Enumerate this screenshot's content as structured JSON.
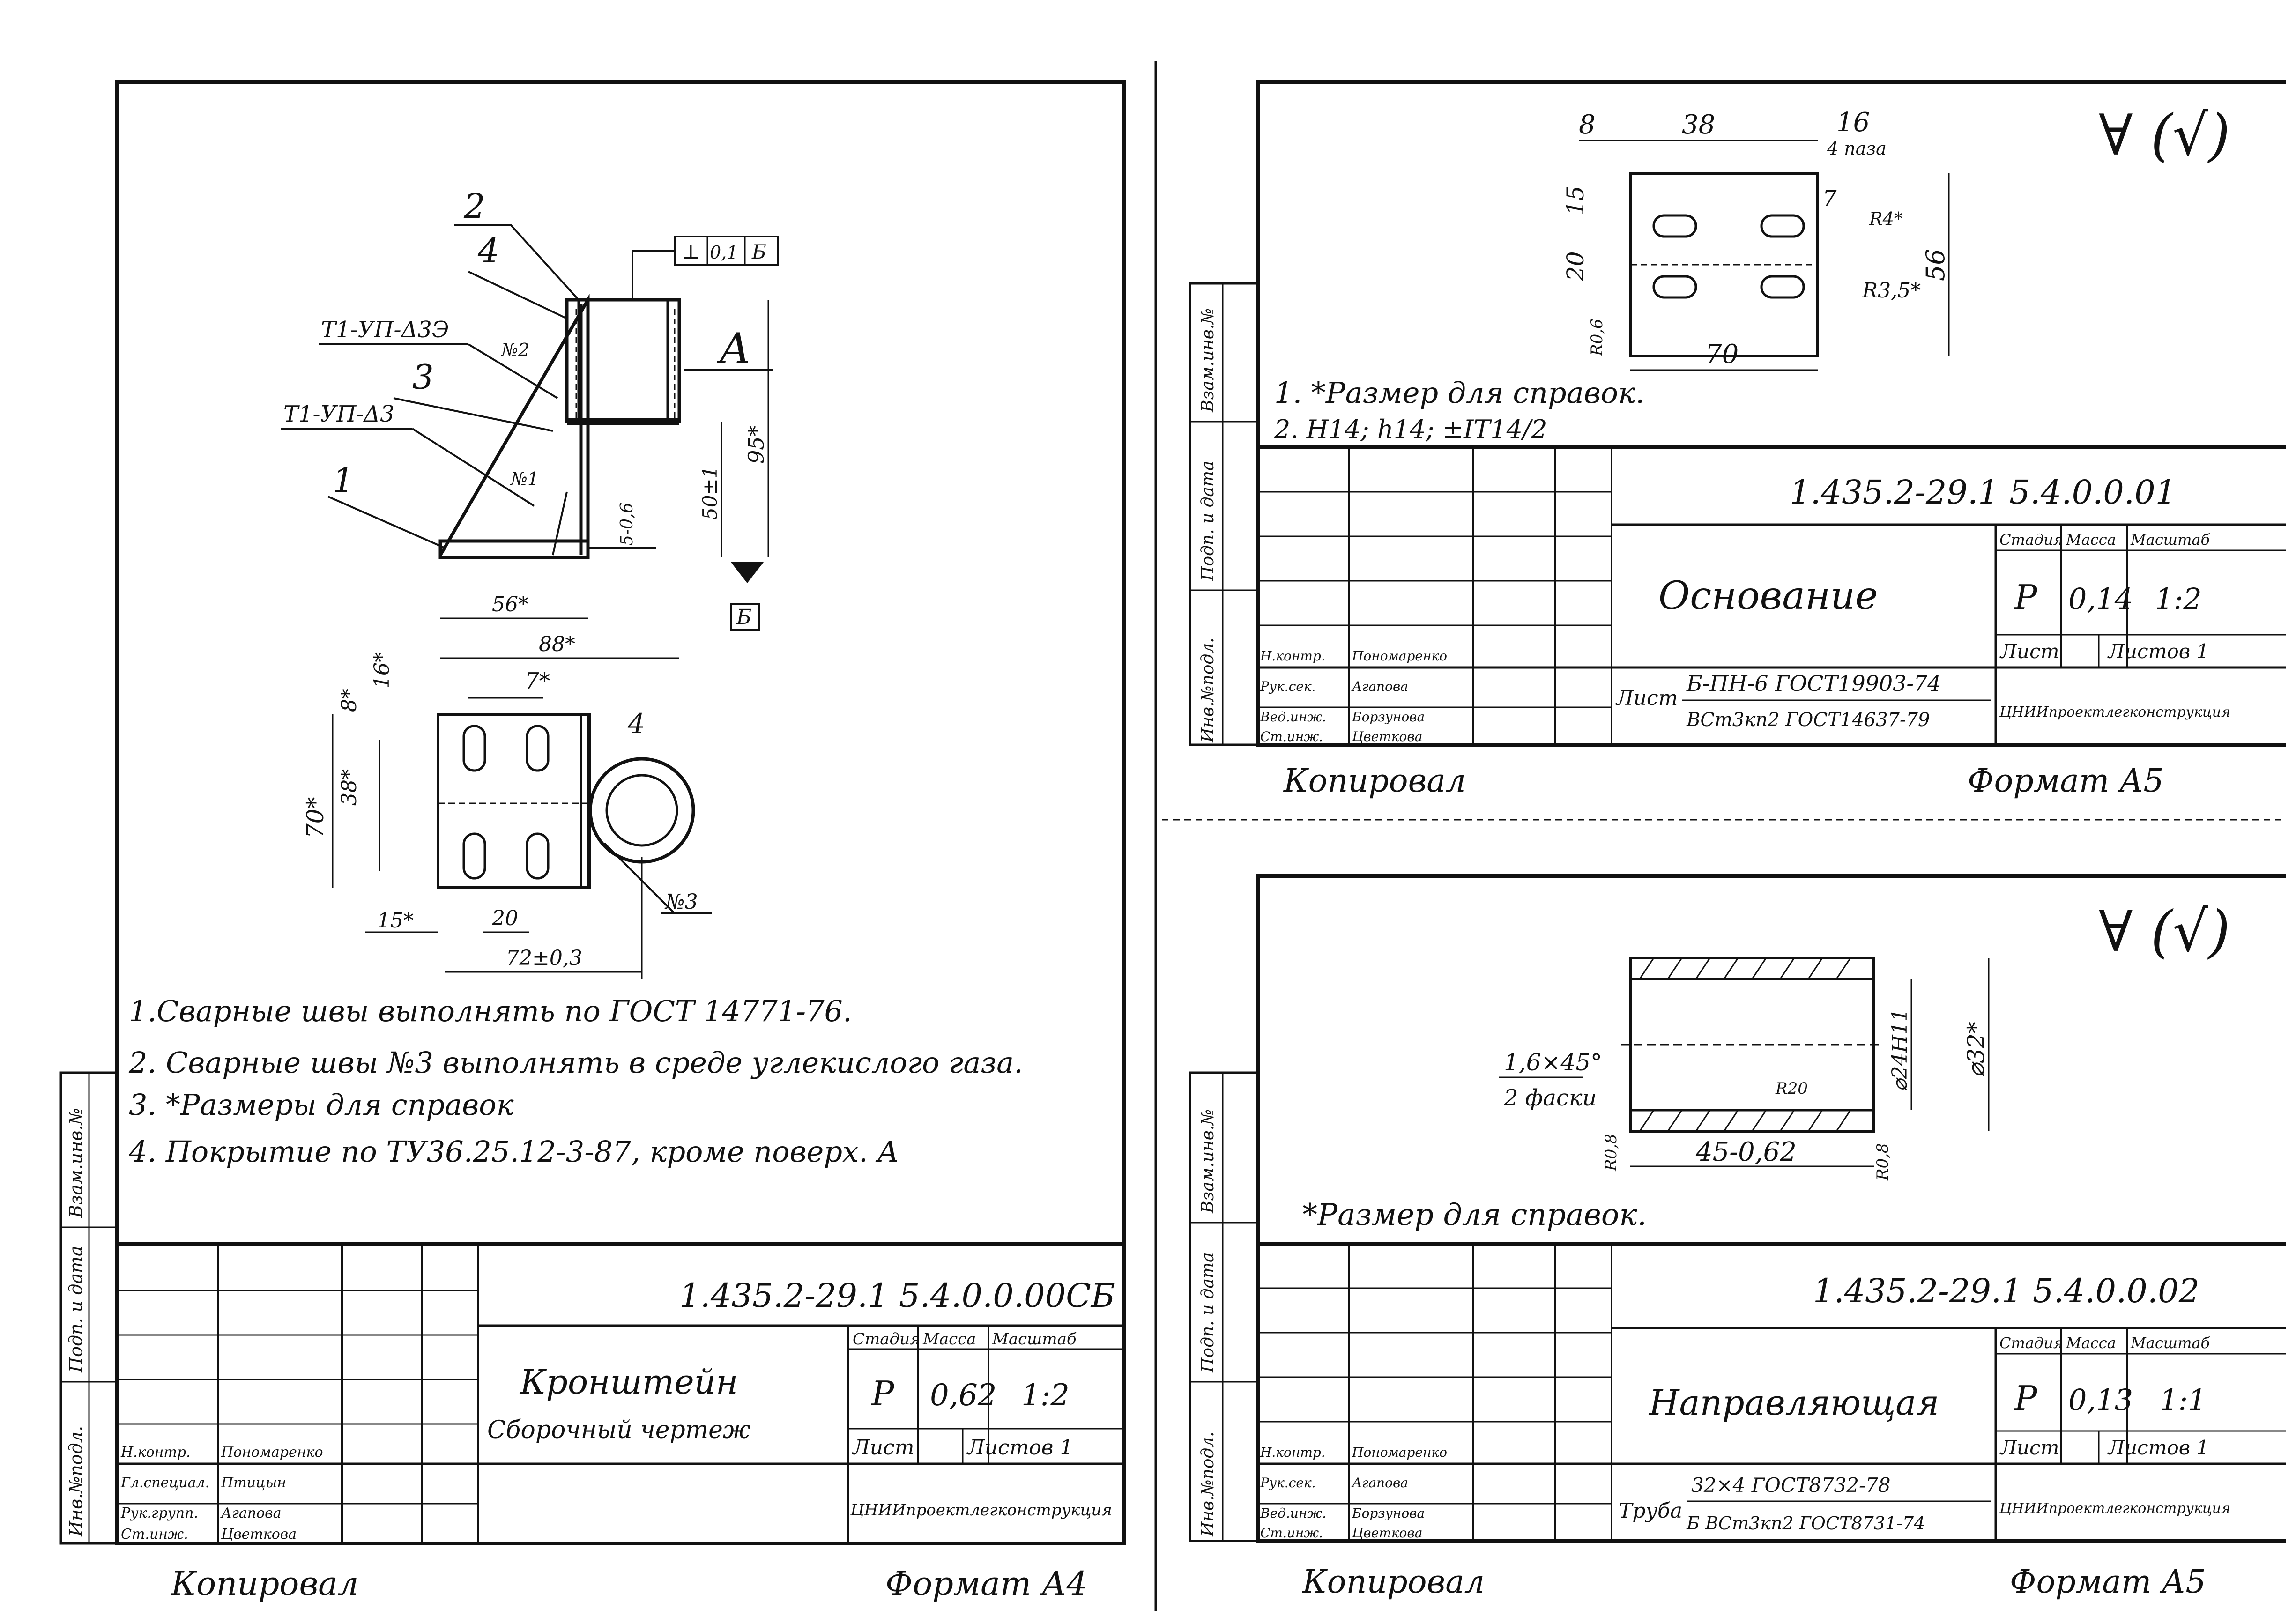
{
  "sheet_a4": {
    "parts": [
      "2",
      "4",
      "3",
      "1"
    ],
    "weld_labels": [
      "Т1-УП-Δ3Э",
      "Т1-УП-Δ3"
    ],
    "weld_numbers": [
      "№2",
      "№1",
      "№3"
    ],
    "tolerance_frame": [
      "⊥",
      "0,1",
      "Б"
    ],
    "view_label": "А",
    "base_label": "Б",
    "dims": [
      "95*",
      "50±1",
      "5-0,6",
      "56*",
      "88*",
      "7*",
      "8*",
      "16*",
      "38*",
      "70*",
      "15*",
      "20",
      "72±0,3",
      "4"
    ],
    "notes": [
      "1.Сварные швы выполнять по ГОСТ 14771-76.",
      "2. Сварные швы №3 выполнять в среде углекислого газа.",
      "3. *Размеры для справок",
      "4. Покрытие по ТУ36.25.12-3-87, кроме поверх. А"
    ],
    "side_stamp": [
      "Взам.инв.№",
      "Подп. и дата",
      "Инв.№подл."
    ],
    "title_block": {
      "code": "1.435.2-29.1 5.4.0.0.00СБ",
      "name": "Кронштейн",
      "doc_type": "Сборочный чертеж",
      "col_headers": [
        "Стадия",
        "Масса",
        "Масштаб"
      ],
      "stage": "Р",
      "mass": "0,62",
      "scale": "1:2",
      "sheet": "Лист",
      "sheets": "Листов 1",
      "org": "ЦНИИпроектлегконструкция",
      "roles": [
        "Н.контр.",
        "Гл.специал.",
        "Рук.групп.",
        "Ст.инж."
      ],
      "names": [
        "Пономаренко",
        "Птицын",
        "Агапова",
        "Цветкова"
      ]
    },
    "copied": "Копировал",
    "format": "Формат А4"
  },
  "sheet_a5_top": {
    "dims": [
      "8",
      "38",
      "16",
      "4 паза",
      "20",
      "15",
      "7",
      "R4*",
      "R3,5*",
      "56",
      "70",
      "R0,6"
    ],
    "roughness": "∀ (√)",
    "notes": [
      "1. *Размер для справок.",
      "2. Н14; h14; ±IT14/2"
    ],
    "title_block": {
      "code": "1.435.2-29.1 5.4.0.0.01",
      "name": "Основание",
      "col_headers": [
        "Стадия",
        "Масса",
        "Масштаб"
      ],
      "stage": "Р",
      "mass": "0,14",
      "scale": "1:2",
      "sheet": "Лист",
      "sheets": "Листов 1",
      "material_prefix": "Лист",
      "material_top": "Б-ПН-6 ГОСТ19903-74",
      "material_bottom": "ВСт3кп2 ГОСТ14637-79",
      "org": "ЦНИИпроектлегконструкция",
      "roles": [
        "Н.контр.",
        "Рук.сек.",
        "Вед.инж.",
        "Ст.инж."
      ],
      "names": [
        "Пономаренко",
        "Агапова",
        "Борзунова",
        "Цветкова"
      ]
    },
    "copied": "Копировал",
    "format": "Формат А5"
  },
  "sheet_a5_bottom": {
    "dims": [
      "1,6×45°",
      "2 фаски",
      "R20",
      "R0,8",
      "45-0,62",
      "⌀24Н11",
      "⌀32*",
      "R0,8"
    ],
    "roughness": "∀ (√)",
    "note": "*Размер для справок.",
    "title_block": {
      "code": "1.435.2-29.1 5.4.0.0.02",
      "name": "Направляющая",
      "col_headers": [
        "Стадия",
        "Масса",
        "Масштаб"
      ],
      "stage": "Р",
      "mass": "0,13",
      "scale": "1:1",
      "sheet": "Лист",
      "sheets": "Листов 1",
      "material_prefix": "Труба",
      "material_top": "32×4 ГОСТ8732-78",
      "material_bottom": "Б ВСт3кп2 ГОСТ8731-74",
      "org": "ЦНИИпроектлегконструкция",
      "roles": [
        "Н.контр.",
        "Рук.сек.",
        "Вед.инж.",
        "Ст.инж."
      ],
      "names": [
        "Пономаренко",
        "Агапова",
        "Борзунова",
        "Цветкова"
      ]
    },
    "copied": "Копировал",
    "format": "Формат А5"
  }
}
